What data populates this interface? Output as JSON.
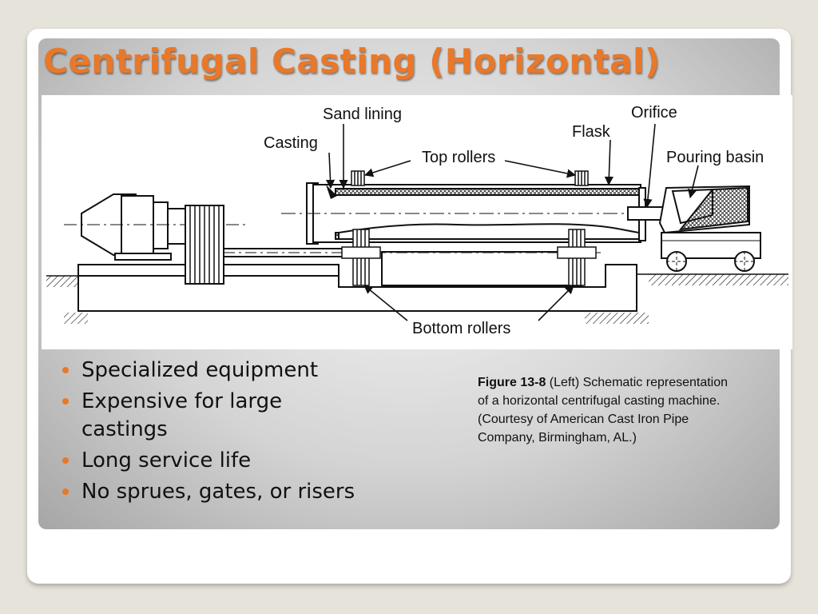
{
  "slide": {
    "title": "Centrifugal Casting (Horizontal)",
    "accent_color": "#e8782a"
  },
  "figure": {
    "labels": {
      "sand_lining": "Sand lining",
      "orifice": "Orifice",
      "casting": "Casting",
      "flask": "Flask",
      "top_rollers": "Top rollers",
      "pouring_basin": "Pouring basin",
      "bottom_rollers": "Bottom rollers"
    }
  },
  "bullets": [
    "Specialized equipment",
    "Expensive for large castings",
    "Long service life",
    "No sprues, gates, or risers"
  ],
  "caption": {
    "figure_number": "Figure 13-8",
    "text": " (Left) Schematic representation of a horizontal centrifugal casting machine. (Courtesy of American Cast Iron Pipe Company, Birmingham, AL.)"
  }
}
